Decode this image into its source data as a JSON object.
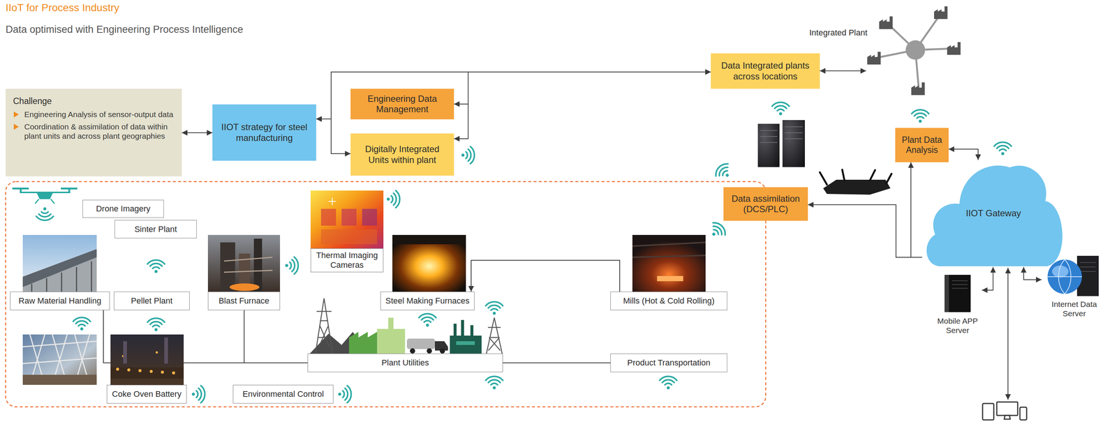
{
  "diagram": {
    "title": "IIoT for Process Industry",
    "nodes": [
      {
        "text": [
          "Challenge",
          "Engineering Analysis of sensor-output data",
          "Coordination & assimilation of data within plant units and across plant geographies"
        ]
      },
      {
        "text": [
          "IIOT strategy for steel manufacturing"
        ]
      },
      {
        "text": [
          "Engineering Data Management"
        ]
      },
      {
        "text": [
          "Digitally Integrated Units within plant"
        ]
      },
      {
        "text": [
          "Data Integrated plants across locations"
        ]
      },
      {
        "text": [
          "Integrated Plant"
        ]
      },
      {
        "text": [
          "Plant Data Analysis"
        ]
      },
      {
        "text": [
          "Data assimilation (DCS/PLC)"
        ]
      },
      {
        "text": [
          "IIOT Gateway"
        ]
      },
      {
        "text": [
          "Mobile APP Server"
        ]
      },
      {
        "text": [
          "Internet Data Server"
        ]
      },
      {
        "text": [
          "Drone Imagery"
        ]
      },
      {
        "text": [
          "Sinter Plant"
        ]
      },
      {
        "text": [
          "Thermal Imaging Cameras"
        ]
      },
      {
        "text": [
          "Raw Material Handling"
        ]
      },
      {
        "text": [
          "Pellet Plant"
        ]
      },
      {
        "text": [
          "Blast Furnace"
        ]
      },
      {
        "text": [
          "Steel Making Furnaces"
        ]
      },
      {
        "text": [
          "Mills (Hot & Cold Rolling)"
        ]
      },
      {
        "text": [
          "Plant Utilities"
        ]
      },
      {
        "text": [
          "Product Transportation"
        ]
      },
      {
        "text": [
          "Coke Oven Battery"
        ]
      },
      {
        "text": [
          "Environmental Control"
        ]
      }
    ],
    "edges": [
      {
        "from": 0,
        "to": 1,
        "arrow": "both"
      },
      {
        "from": 1,
        "to": 4,
        "arrow": "both"
      },
      {
        "from": 1,
        "to": 3,
        "arrow": "both"
      },
      {
        "from": 2,
        "to": 3,
        "arrow": "both"
      },
      {
        "from": 2,
        "to": 4,
        "arrow": "to"
      },
      {
        "from": 4,
        "to": 5,
        "arrow": "both"
      },
      {
        "from": 6,
        "to": 8,
        "arrow": "both"
      },
      {
        "from": 8,
        "to": 6,
        "arrow": "to"
      },
      {
        "from": 8,
        "to": 7,
        "arrow": "to"
      },
      {
        "from": 8,
        "to": 9,
        "arrow": "both"
      },
      {
        "from": 8,
        "to": 10,
        "arrow": "both"
      },
      {
        "from": 18,
        "to": 17,
        "arrow": "to"
      },
      {
        "from": 14,
        "to": 19,
        "arrow": "none"
      },
      {
        "from": 16,
        "to": 19,
        "arrow": "none"
      },
      {
        "from": 19,
        "to": 20,
        "arrow": "none"
      }
    ],
    "labels": [
      "Data optimised with Engineering Process Intelligence"
    ]
  }
}
